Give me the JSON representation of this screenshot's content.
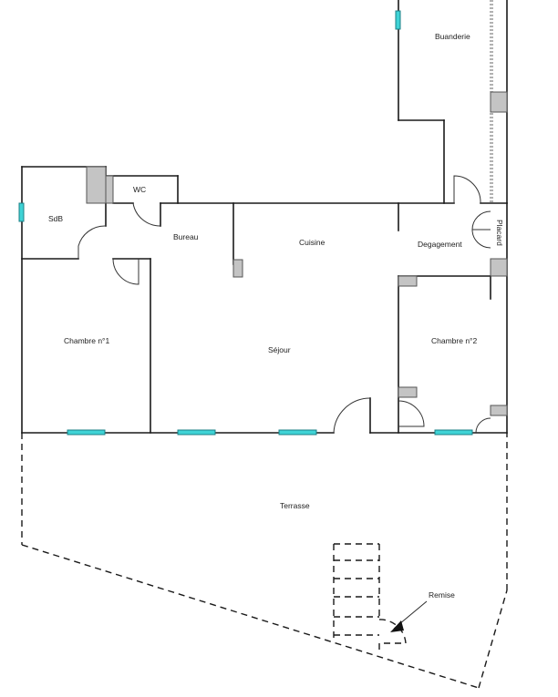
{
  "rooms": {
    "buanderie": "Buanderie",
    "sdb": "SdB",
    "wc": "WC",
    "bureau": "Bureau",
    "cuisine": "Cuisine",
    "degagement": "Degagement",
    "placard": "Placard",
    "chambre1": "Chambre n°1",
    "sejour": "Séjour",
    "chambre2": "Chambre n°2",
    "terrasse": "Terrasse",
    "remise": "Remise"
  },
  "colors": {
    "window": "#3fd3d6",
    "pillar": "#c4c4c4",
    "wall": "#1a1a1a"
  }
}
